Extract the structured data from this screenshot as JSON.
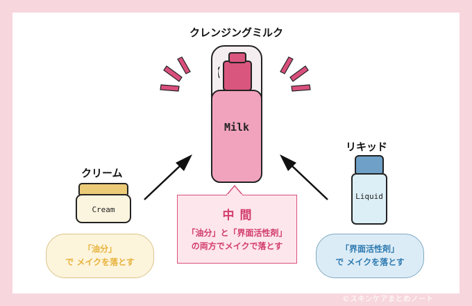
{
  "center": {
    "title": "クレンジングミルク",
    "bottle_label": "Milk"
  },
  "left": {
    "title": "クリーム",
    "jar_label": "Cream",
    "box_line1": "「油分」",
    "box_line2": "で メイクを落とす"
  },
  "right": {
    "title": "リキッド",
    "bottle_label": "Liquid",
    "box_line1": "「界面活性剤」",
    "box_line2": "で メイクを落とす"
  },
  "middle": {
    "heading": "中間",
    "line1": "「油分」と「界面活性剤」",
    "line2": "の両方でメイクで落とす"
  },
  "copyright": "©スキンケアまとめノート",
  "colors": {
    "background": "#f7d6dd",
    "pink": "#d94f7c",
    "yellow": "#e7b23a",
    "blue": "#2e7ab0"
  }
}
